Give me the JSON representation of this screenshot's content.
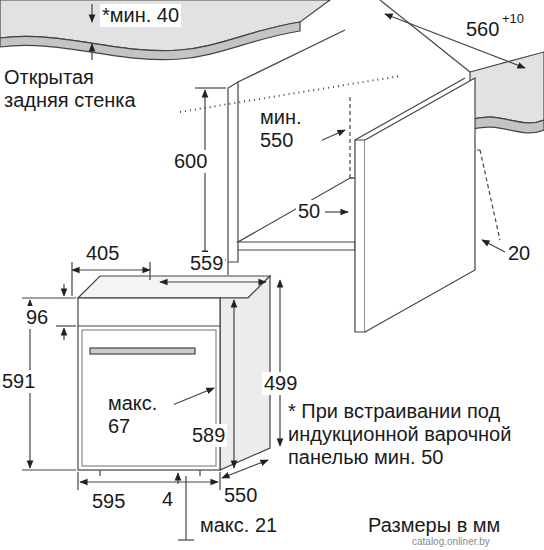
{
  "diagram": {
    "labels": [
      "*мин. 40",
      "560",
      "+10",
      "Открытая задняя стенка",
      "600",
      "мин. 550",
      "50",
      "20",
      "405",
      "559",
      "96",
      "591",
      "499",
      "макс. 67",
      "589",
      "* При встраивании под индукционной варочной панелью мин. 50",
      "595",
      "4",
      "550",
      "макс. 21",
      "Размеры в мм",
      "catalog.onliner.by"
    ]
  }
}
